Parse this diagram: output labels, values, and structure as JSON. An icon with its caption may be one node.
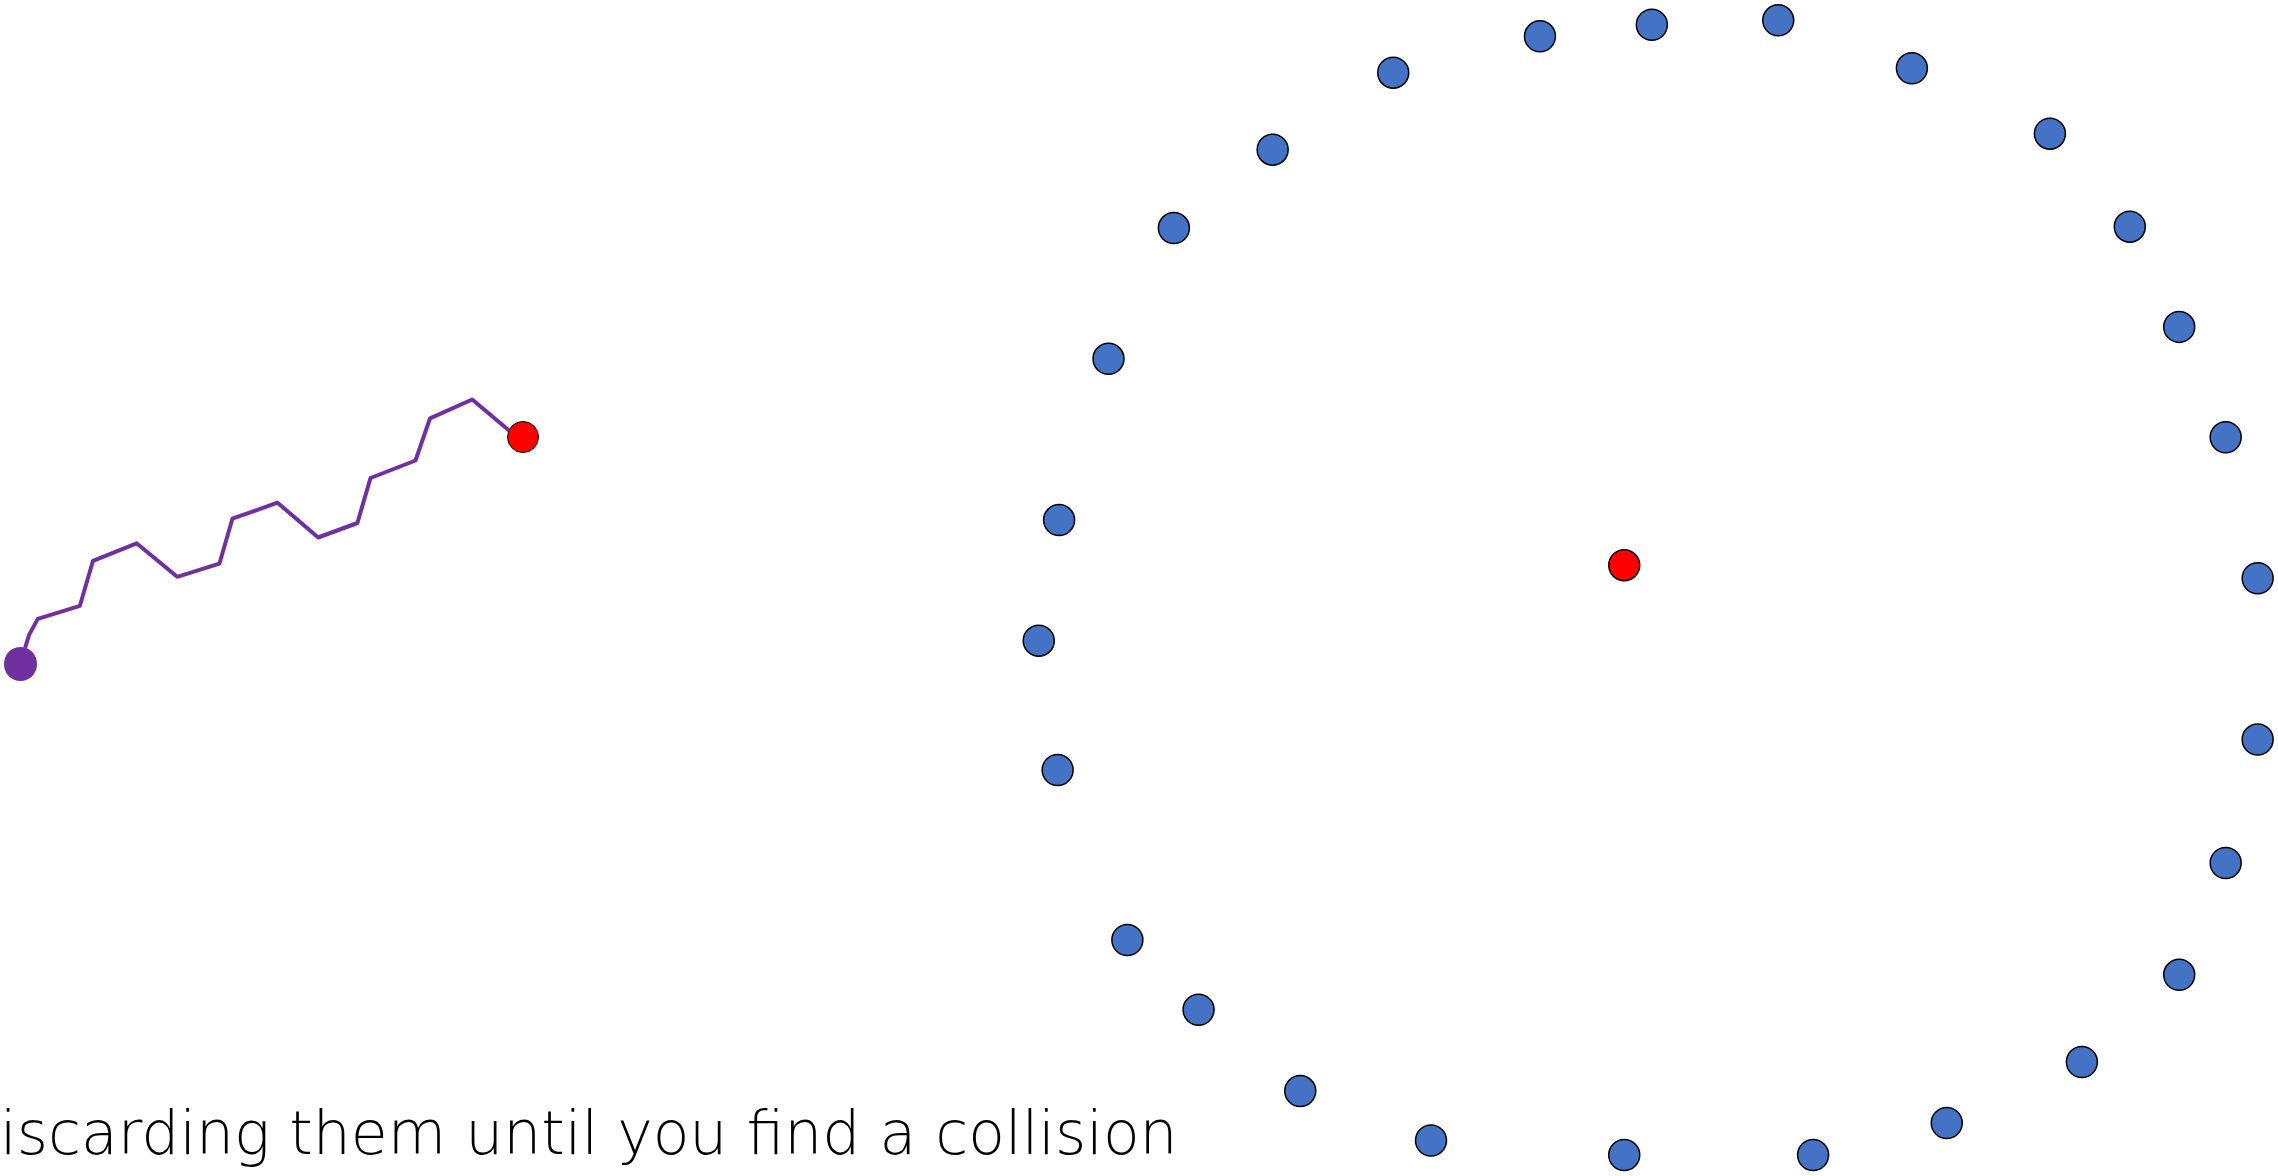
{
  "diagram": {
    "nodes": [
      {
        "text": [],
        "shape": "circle"
      },
      {
        "text": [],
        "shape": "circle"
      }
    ],
    "edges": [
      {
        "from": 0,
        "to": 1,
        "arrow": "none",
        "color": "#7030a0"
      }
    ],
    "labels": [
      "iscarding them until you find a collision"
    ]
  }
}
